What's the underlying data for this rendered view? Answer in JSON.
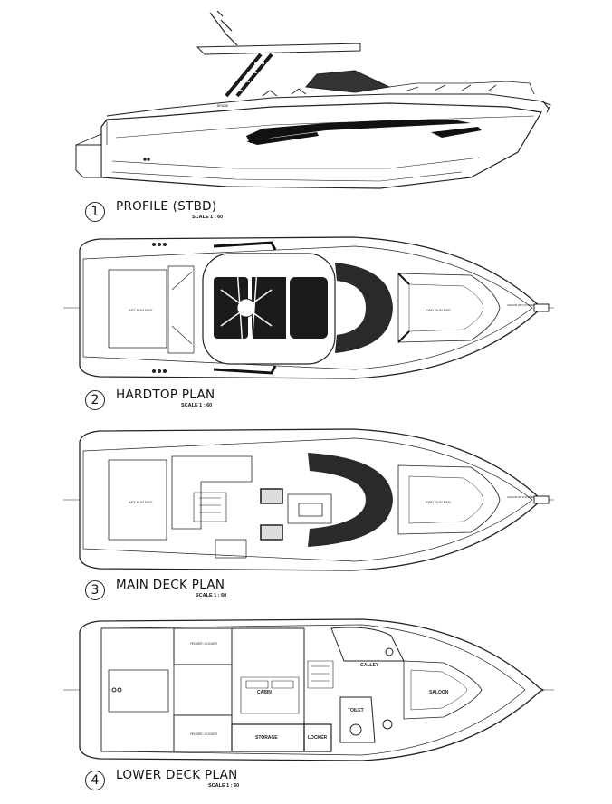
{
  "views": [
    {
      "number": "1",
      "title": "PROFILE (STBD)",
      "scale": "SCALE 1 : 60"
    },
    {
      "number": "2",
      "title": "HARDTOP PLAN",
      "scale": "SCALE 1 : 60"
    },
    {
      "number": "3",
      "title": "MAIN DECK PLAN",
      "scale": "SCALE 1 : 60"
    },
    {
      "number": "4",
      "title": "LOWER DECK PLAN",
      "scale": "SCALE 1 : 60"
    }
  ],
  "plan_labels": {
    "hardtop_aft": "AFT SUN BED",
    "hardtop_fwd": "FWD SUN BED",
    "hardtop_bow": "ANCHOR WITH STRIKER",
    "main_aft": "AFT SUN BED",
    "main_fwd": "FWD SUN BED",
    "main_bow": "ANCHOR WITH STRIKER"
  },
  "lower_deck_labels": {
    "locker1": "FENDER / LOCKER",
    "locker2": "FENDER / LOCKER",
    "cabin": "CABIN",
    "storage": "STORAGE",
    "locker": "LOCKER",
    "galley": "GALLEY",
    "saloon": "SALOON",
    "toilet": "TOILET"
  }
}
